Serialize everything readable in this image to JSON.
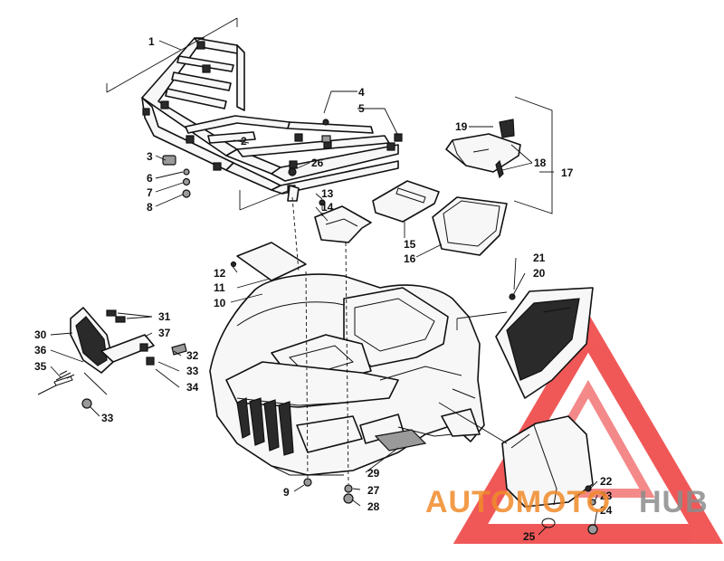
{
  "watermark": {
    "text_part1": "AUTOMOTO",
    "text_part2": "HUB",
    "accent_color": "#f08a2a",
    "secondary_color": "#8c8c8c",
    "logo_color": "#ee3b3b"
  },
  "callouts": {
    "c1": "1",
    "c2": "2",
    "c3": "3",
    "c4": "4",
    "c5": "5",
    "c6": "6",
    "c7": "7",
    "c8": "8",
    "c9": "9",
    "c10": "10",
    "c11": "11",
    "c12": "12",
    "c13": "13",
    "c14": "14",
    "c15": "15",
    "c16": "16",
    "c17": "17",
    "c18": "18",
    "c19": "19",
    "c20": "20",
    "c21": "21",
    "c22": "22",
    "c23": "23",
    "c24": "24",
    "c25": "25",
    "c26": "26",
    "c27": "27",
    "c28": "28",
    "c29": "29",
    "c30": "30",
    "c31": "31",
    "c32": "32",
    "c33a": "33",
    "c33b": "33",
    "c34": "34",
    "c35": "35",
    "c36": "36",
    "c37": "37"
  }
}
